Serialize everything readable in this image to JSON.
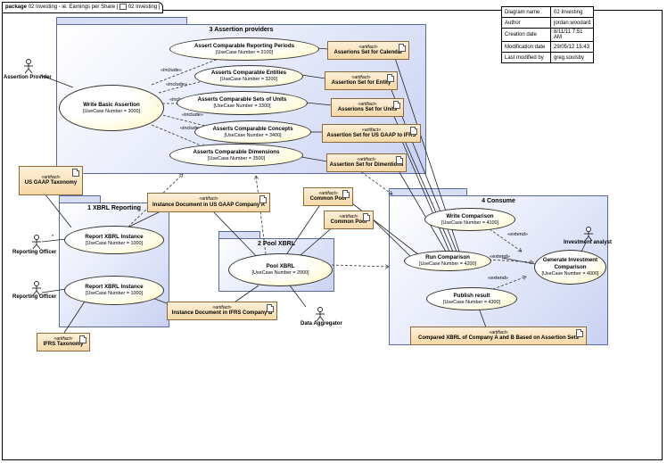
{
  "header": {
    "keyword": "package",
    "name": "02 Investing - ie. Earnings per Share",
    "diagram_ref": "02 Investing"
  },
  "meta_table": [
    {
      "k": "Diagram name",
      "v": "02 Investing"
    },
    {
      "k": "Author",
      "v": "jordan.woodard"
    },
    {
      "k": "Creation date",
      "v": "8/11/11 7:51 AM"
    },
    {
      "k": "Modification date",
      "v": "29/05/12 15:43"
    },
    {
      "k": "Last modified by",
      "v": "greg.soulsby"
    }
  ],
  "packages": {
    "assertion": "3 Assertion providers",
    "xbrl": "1 XBRL Reporting",
    "pool": "2 Pool XBRL",
    "consume": "4 Consume"
  },
  "usecases": {
    "write_basic": {
      "name": "Write Basic Assertion",
      "sub": "[UseCase Number = 3000]"
    },
    "reporting_periods": {
      "name": "Assert Comparable Reporting Periods",
      "sub": "[UseCase Number = 3100]"
    },
    "entities": {
      "name": "Asserts Comparable Entities",
      "sub": "[UseCase Number = 3200]"
    },
    "units": {
      "name": "Asserts Comparable Sets of Units",
      "sub": "[UseCase Number = 3300]"
    },
    "concepts": {
      "name": "Asserts Comparable Concepts",
      "sub": "[UseCase Number = 3400]"
    },
    "dimensions": {
      "name": "Asserts Comparable Dimensions",
      "sub": "[UseCase Number = 3500]"
    },
    "report1": {
      "name": "Report XBRL Instance",
      "sub": "[UseCase Number = 1000]"
    },
    "report2": {
      "name": "Report XBRL Instance",
      "sub": "[UseCase Number = 1000]"
    },
    "pool": {
      "name": "Pool XBRL",
      "sub": "[UseCase Number = 2000]"
    },
    "write_comparison": {
      "name": "Write Comparison",
      "sub": "[UseCase Number = 4100]"
    },
    "run_comparison": {
      "name": "Run Comparison",
      "sub": "[UseCase Number = 4200]"
    },
    "generate": {
      "name": "Generate Investment Comparison",
      "sub": "[UseCase Number = 4000]"
    },
    "publish": {
      "name": "Publish result",
      "sub": "[UseCase Number = 4300]"
    }
  },
  "artifacts": {
    "stereotype": "«artifact»",
    "calendar": "Asserions Set for Calendar",
    "entity": "Assertion Set for Entity",
    "units": "Asserions Set for Units",
    "gaap": "Assertion Set for US GAAP to IFRS",
    "dimentions": "Assertion Set for Dimentions",
    "us_gaap_tax": "US GAAP Taxonomy",
    "instance_a": "Instance Document in US GAAP Company A",
    "common_pool_1": "Common Pool",
    "common_pool_2": "Common Pool",
    "ifrs_tax": "IFRS Taxonomy",
    "instance_b": "Instance Document in IFRS Company B",
    "compared": "Compared XBRL of Company A and B Based on Assertion Sets"
  },
  "actors": {
    "assertion_provider": "Assertion Provider",
    "reporting_officer_1": "Reporting Officer",
    "reporting_officer_2": "Reporting Officer",
    "data_aggregator": "Data Aggregator",
    "investment_analyst": "Investment analyst"
  },
  "edge_labels": {
    "include": "«include»",
    "extend": "«extend»",
    "multiplicity": "*"
  }
}
